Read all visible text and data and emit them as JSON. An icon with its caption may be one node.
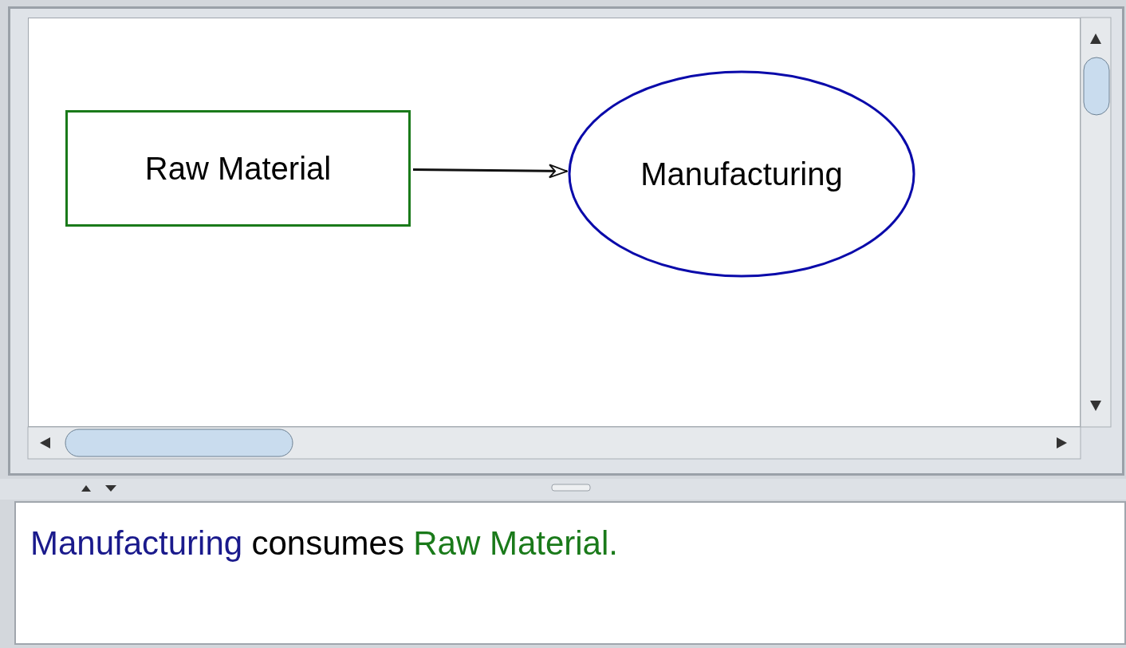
{
  "diagram": {
    "nodes": [
      {
        "text": [
          "Raw Material"
        ]
      },
      {
        "text": [
          "Manufacturing"
        ]
      }
    ],
    "edges": [
      {
        "from": 0,
        "to": 1,
        "arrow": "to"
      }
    ],
    "labels": [
      "Manufacturing",
      "consumes",
      "Raw Material."
    ]
  }
}
